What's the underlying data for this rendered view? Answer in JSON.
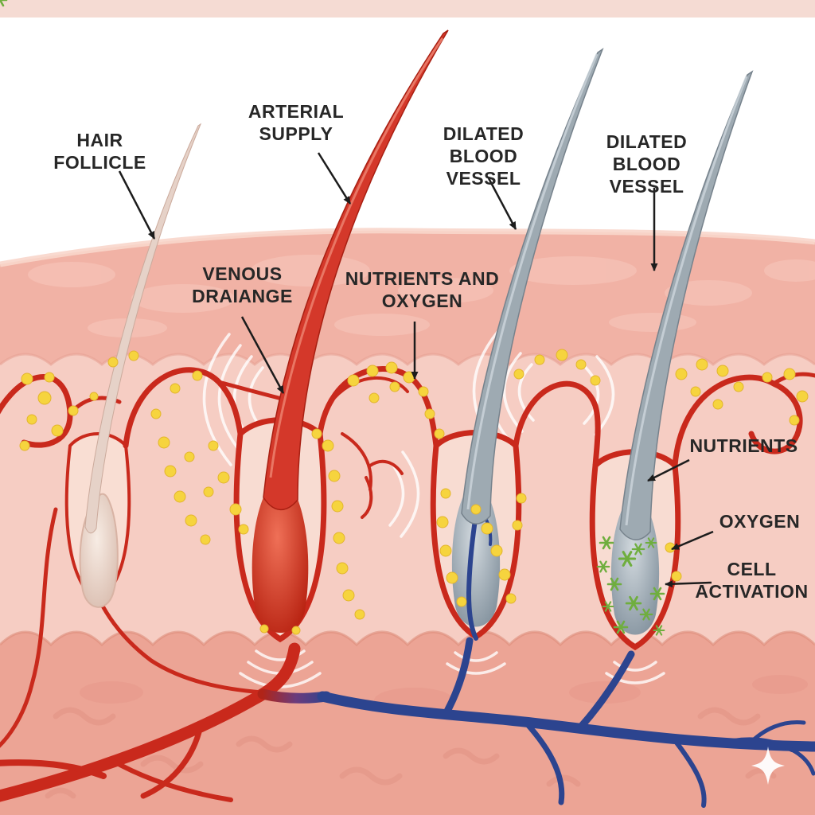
{
  "diagram": {
    "subject": "hair follicle blood supply cross-section",
    "labels": {
      "hair_follicle": "HAIR FOLLICLE",
      "arterial_supply": "ARTERIAL\nSUPPLY",
      "dilated_vessel_1": "DILATED\nBLOOD VESSEL",
      "dilated_vessel_2": "DILATED\nBLOOD VESSEL",
      "venous_drainage": "VENOUS\nDRAIANGE",
      "nutrients_oxygen": "NUTRIENTS AND\nOXYGEN",
      "nutrients": "NUTRIENTS",
      "oxygen": "OXYGEN",
      "cell_activation": "CELL\nACTIVATION"
    },
    "colors": {
      "artery_red": "#c9291c",
      "vein_blue": "#2c448f",
      "nutrient_yellow": "#f6d43e",
      "activation_green": "#6fae3e",
      "skin_light": "#f6cdc3",
      "skin_mid": "#f1b2a5",
      "skin_deep": "#eca495",
      "hair_gray": "#9eaab2",
      "label_text": "#272727"
    }
  }
}
